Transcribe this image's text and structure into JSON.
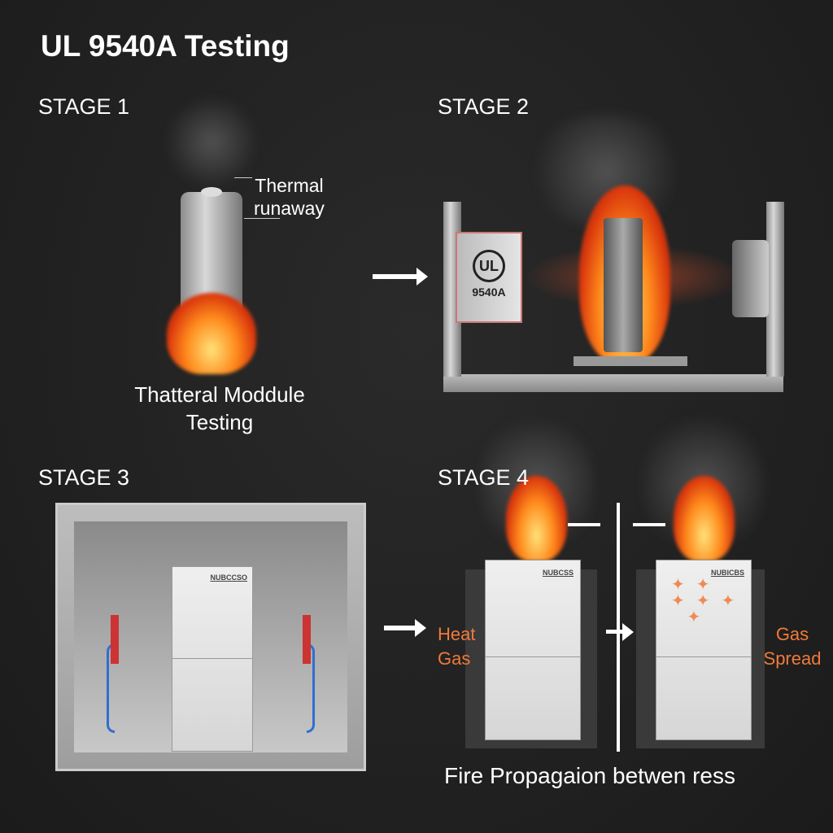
{
  "title": "UL 9540A Testing",
  "stages": [
    {
      "label": "STAGE 1",
      "callout": [
        "Thermal",
        "runaway"
      ],
      "caption": [
        "Thatteral Moddule",
        "Testing"
      ]
    },
    {
      "label": "STAGE 2",
      "logo": "UL",
      "logo_text": "9540A"
    },
    {
      "label": "STAGE 3",
      "unit_brand": "NUBCCSO"
    },
    {
      "label": "STAGE 4",
      "left_unit_brand": "NUBCSS",
      "right_unit_brand": "NUBICBS",
      "left_labels": [
        "Heat",
        "Gas"
      ],
      "right_labels": [
        "Gas",
        "Spread"
      ],
      "caption": "Fire Propagaion betwen ress"
    }
  ],
  "colors": {
    "background": "#1f1f1f",
    "flame": "#ff8a1c",
    "annotation": "#f07a3a"
  }
}
